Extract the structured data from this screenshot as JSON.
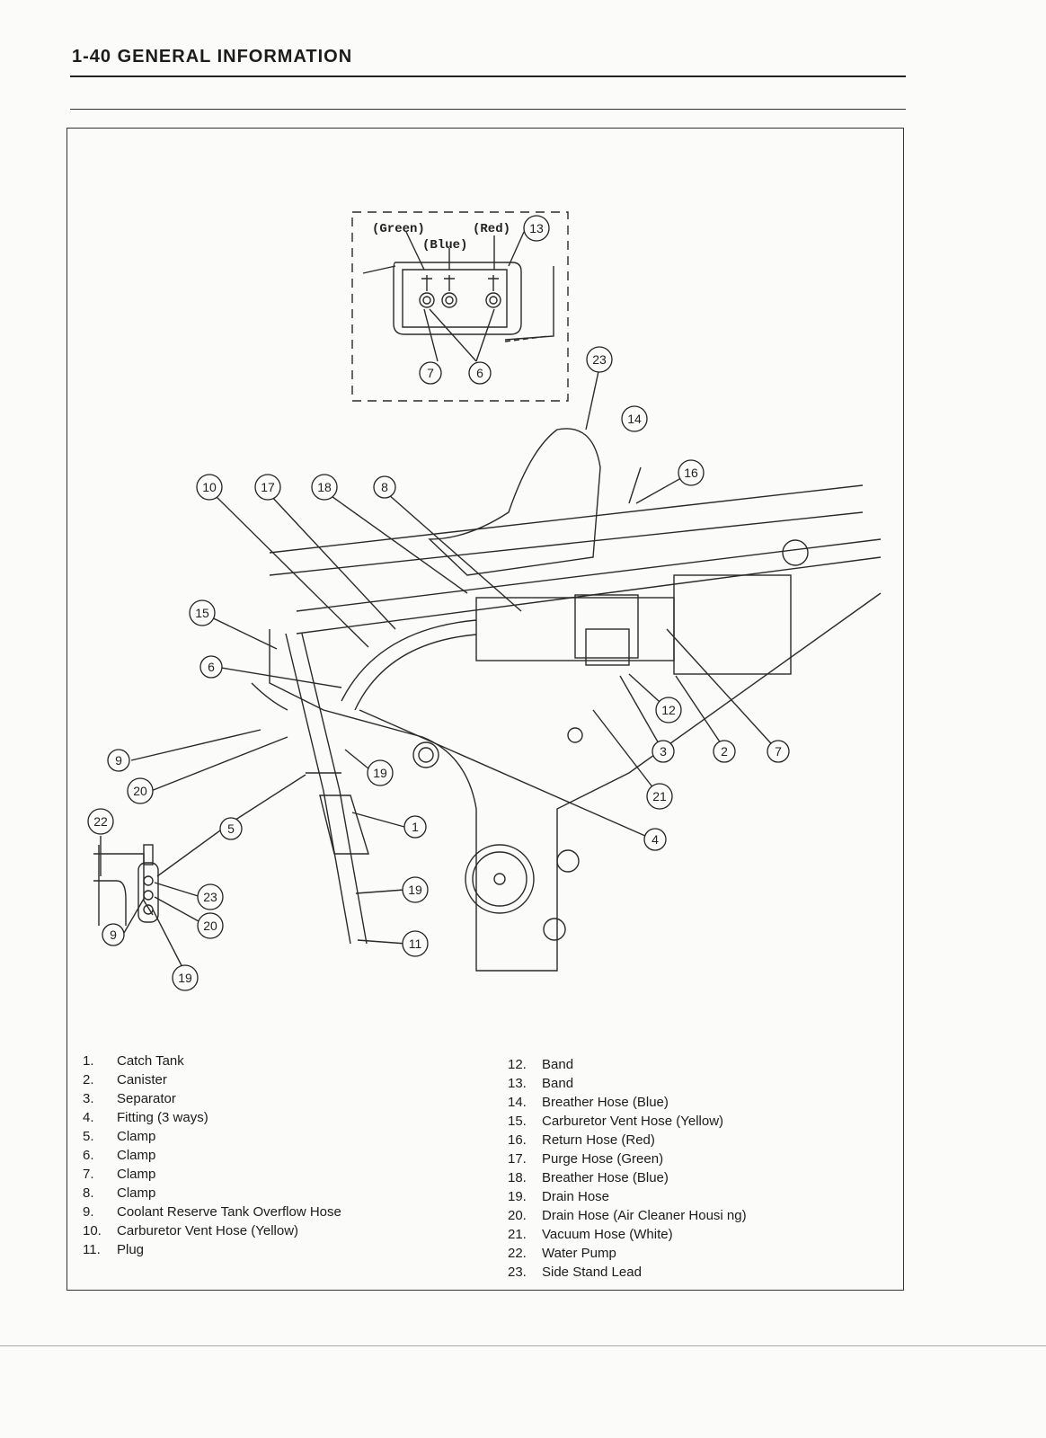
{
  "header": {
    "title": "1-40 GENERAL INFORMATION"
  },
  "inset": {
    "green": "(Green)",
    "blue": "(Blue)",
    "red": "(Red)"
  },
  "callouts": {
    "c1": "1",
    "c2": "2",
    "c3": "3",
    "c4": "4",
    "c5": "5",
    "c6": "6",
    "c6b": "6",
    "c7": "7",
    "c7b": "7",
    "c8": "8",
    "c9": "9",
    "c9b": "9",
    "c10": "10",
    "c11": "11",
    "c12": "12",
    "c13": "13",
    "c14": "14",
    "c15": "15",
    "c16": "16",
    "c17": "17",
    "c18": "18",
    "c19": "19",
    "c19b": "19",
    "c19c": "19",
    "c20": "20",
    "c20b": "20",
    "c21": "21",
    "c22": "22",
    "c23": "23",
    "c23b": "23"
  },
  "legend": {
    "left": [
      {
        "num": "1.",
        "label": "Catch Tank"
      },
      {
        "num": "2.",
        "label": "Canister"
      },
      {
        "num": "3.",
        "label": "Separator"
      },
      {
        "num": "4.",
        "label": "Fitting (3 ways)"
      },
      {
        "num": "5.",
        "label": "Clamp"
      },
      {
        "num": "6.",
        "label": "Clamp"
      },
      {
        "num": "7.",
        "label": "Clamp"
      },
      {
        "num": "8.",
        "label": "Clamp"
      },
      {
        "num": "9.",
        "label": "Coolant Reserve Tank Overflow Hose"
      },
      {
        "num": "10.",
        "label": "Carburetor Vent Hose (Yellow)"
      },
      {
        "num": "11.",
        "label": "Plug"
      }
    ],
    "right": [
      {
        "num": "12.",
        "label": "Band"
      },
      {
        "num": "13.",
        "label": "Band"
      },
      {
        "num": "14.",
        "label": "Breather Hose (Blue)"
      },
      {
        "num": "15.",
        "label": "Carburetor Vent Hose (Yellow)"
      },
      {
        "num": "16.",
        "label": "Return Hose (Red)"
      },
      {
        "num": "17.",
        "label": "Purge Hose (Green)"
      },
      {
        "num": "18.",
        "label": "Breather Hose (Blue)"
      },
      {
        "num": "19.",
        "label": "Drain Hose"
      },
      {
        "num": "20.",
        "label": "Drain Hose (Air Cleaner Housi ng)"
      },
      {
        "num": "21.",
        "label": "Vacuum Hose (White)"
      },
      {
        "num": "22.",
        "label": "Water Pump"
      },
      {
        "num": "23.",
        "label": "Side Stand Lead"
      }
    ]
  }
}
